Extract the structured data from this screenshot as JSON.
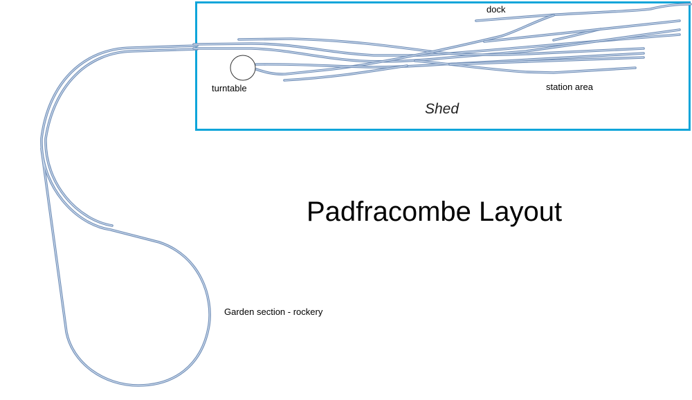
{
  "title": "Padfracombe Layout",
  "labels": {
    "shed": "Shed",
    "dock": "dock",
    "station_area": "station area",
    "turntable": "turntable",
    "garden": "Garden section - rockery"
  },
  "colors": {
    "shed_border": "#0ea5da",
    "track_outline": "#7390b8",
    "track_fill": "#c8d7ea"
  }
}
